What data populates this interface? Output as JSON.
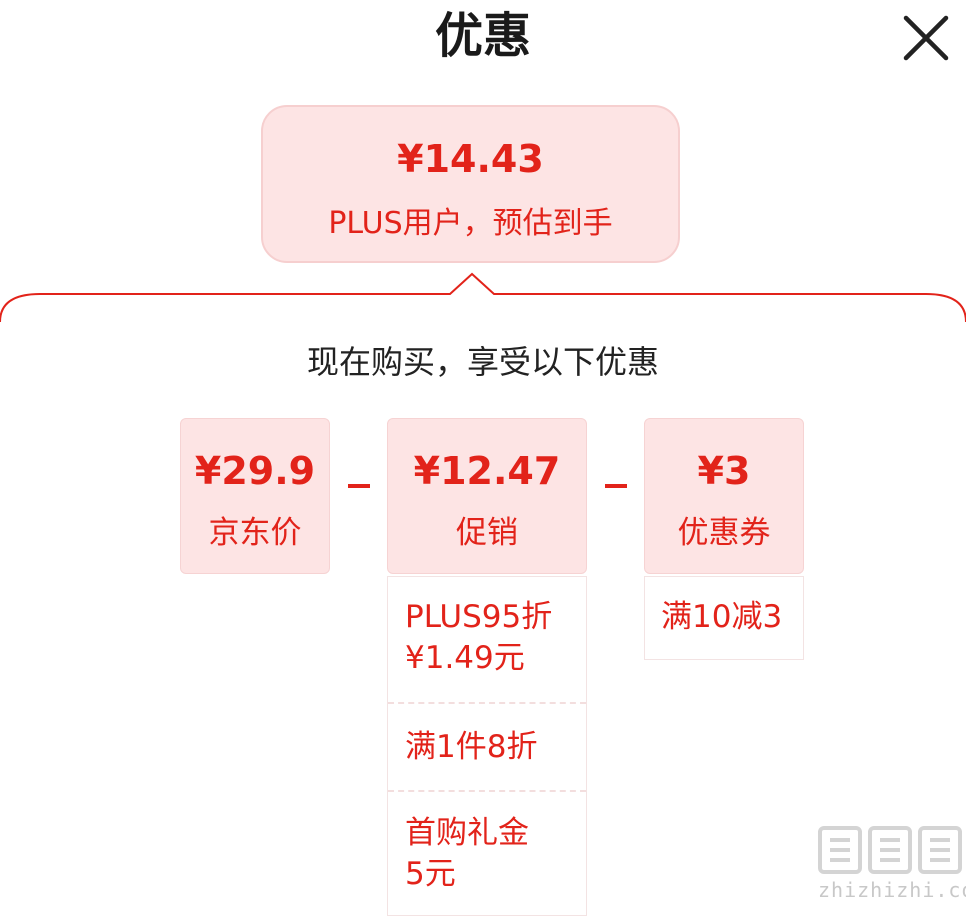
{
  "header": {
    "title": "优惠"
  },
  "estimate": {
    "price": "¥14.43",
    "label": "PLUS用户，预估到手"
  },
  "breakdown": {
    "subtitle": "现在购买，享受以下优惠",
    "jd_price": {
      "amount": "¥29.9",
      "label": "京东价"
    },
    "promotion": {
      "amount": "¥12.47",
      "label": "促销"
    },
    "coupon": {
      "amount": "¥3",
      "label": "优惠券"
    },
    "operator": "-",
    "promotion_items": [
      "PLUS95折",
      "¥1.49元",
      "满1件8折",
      "首购礼金",
      "5元"
    ],
    "coupon_items": [
      "满10减3"
    ]
  },
  "watermark": {
    "site": "zhizhizhi.com"
  },
  "colors": {
    "accent": "#e2231a",
    "card_bg": "#fde4e4"
  },
  "icons": {
    "close": "close-icon"
  }
}
